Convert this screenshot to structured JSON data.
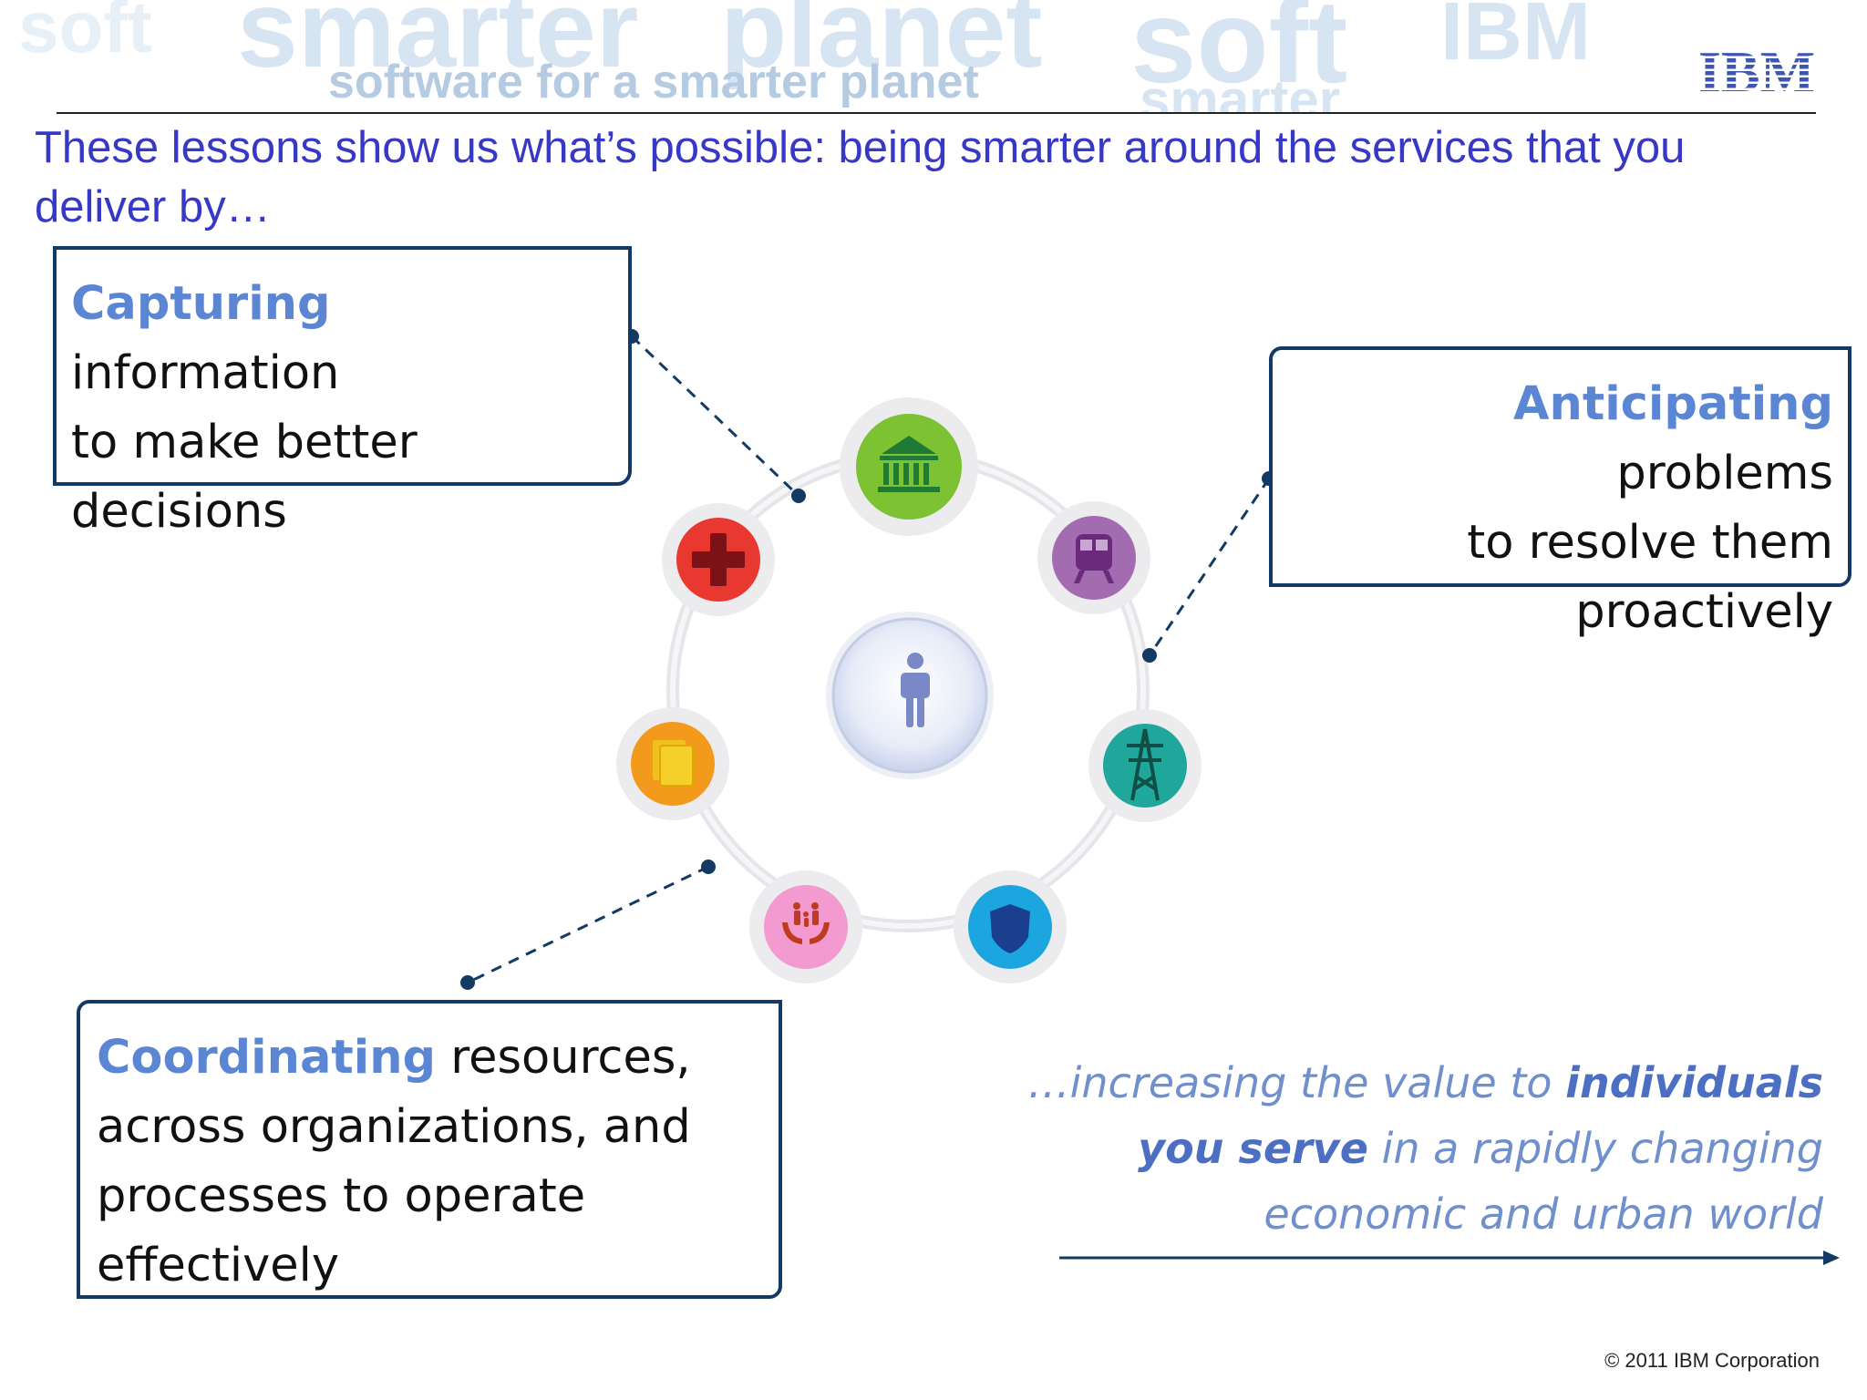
{
  "header": {
    "banner_words": [
      "smarter",
      "planet",
      "soft",
      "IBM",
      "smarter",
      "soft"
    ],
    "banner_tagline": "software for a smarter planet",
    "logo_text": "IBM"
  },
  "headline": "These lessons show us what’s possible: being smarter around the services that you deliver by…",
  "callouts": {
    "capturing": {
      "keyword": "Capturing",
      "line1_rest": " information",
      "line2": "to make better",
      "line3": "decisions"
    },
    "anticipating": {
      "keyword": "Anticipating",
      "line1_rest": " problems",
      "line2": "to resolve them",
      "line3": "proactively"
    },
    "coordinating": {
      "keyword": "Coordinating",
      "line1_rest": " resources,",
      "line2": "across organizations, and",
      "line3": "processes to operate",
      "line4": "effectively"
    }
  },
  "diagram": {
    "center_icon": "person-icon",
    "nodes": [
      {
        "name": "government-icon",
        "color": "#7cc233"
      },
      {
        "name": "train-icon",
        "color": "#a36cb0"
      },
      {
        "name": "power-tower-icon",
        "color": "#1ea79a"
      },
      {
        "name": "police-shield-icon",
        "color": "#1ca6df"
      },
      {
        "name": "family-care-icon",
        "color": "#f39ad0"
      },
      {
        "name": "documents-icon",
        "color": "#f39a1d"
      },
      {
        "name": "health-cross-icon",
        "color": "#e8382f"
      }
    ]
  },
  "tagline": {
    "part1": "…increasing the value to ",
    "em1": "individuals",
    "em2": "you serve",
    "part2": " in a rapidly changing",
    "part3": "economic and urban world"
  },
  "copyright": "© 2011 IBM Corporation",
  "colors": {
    "accent": "#5b86d4",
    "headline": "#3737c8",
    "border": "#123a63"
  }
}
